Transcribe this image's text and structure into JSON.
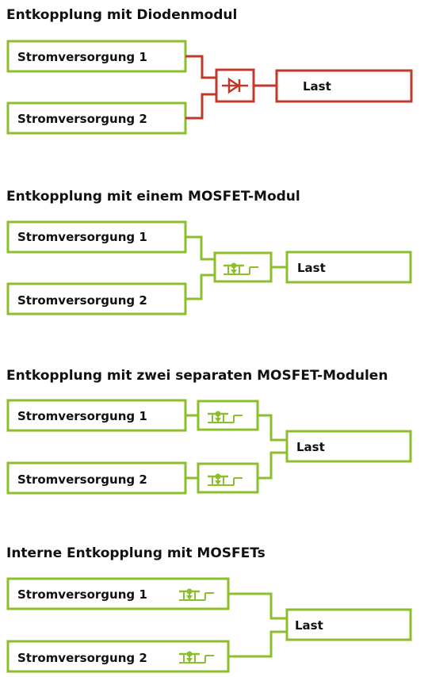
{
  "colors": {
    "diode": "#c0392b",
    "mosfet": "#8dbf2c",
    "text": "#111111"
  },
  "sections": [
    {
      "title": "Entkopplung mit Diodenmodul",
      "supply1": "Stromversorgung 1",
      "supply2": "Stromversorgung 2",
      "load": "Last"
    },
    {
      "title": "Entkopplung mit einem MOSFET-Modul",
      "supply1": "Stromversorgung 1",
      "supply2": "Stromversorgung 2",
      "load": "Last"
    },
    {
      "title": "Entkopplung mit zwei separaten MOSFET-Modulen",
      "supply1": "Stromversorgung 1",
      "supply2": "Stromversorgung 2",
      "load": "Last"
    },
    {
      "title": "Interne Entkopplung mit MOSFETs",
      "supply1": "Stromversorgung 1",
      "supply2": "Stromversorgung 2",
      "load": "Last"
    }
  ]
}
